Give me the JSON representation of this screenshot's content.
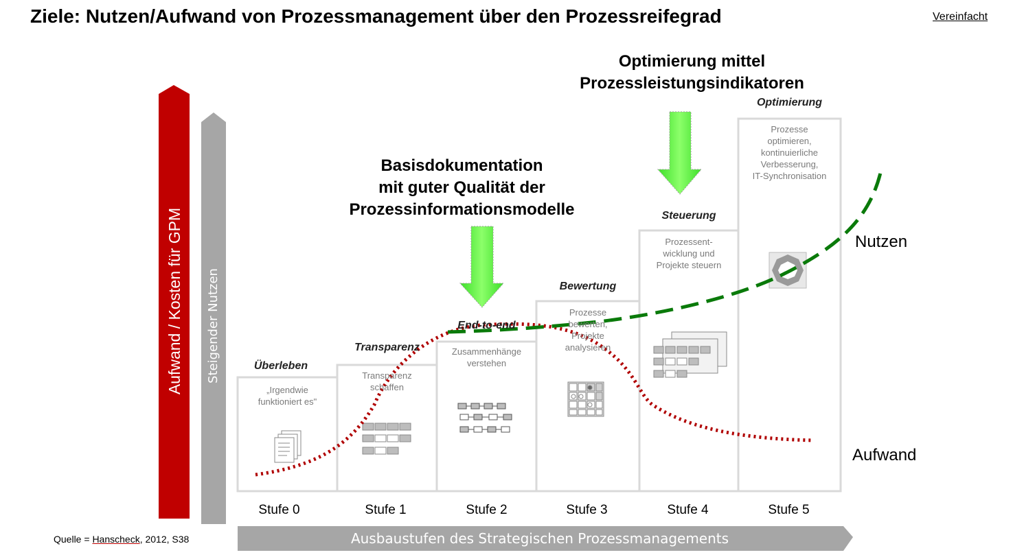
{
  "title": "Ziele: Nutzen/Aufwand von Prozessmanagement über den Prozessreifegrad",
  "simplified_label": "Vereinfacht",
  "callouts": {
    "basis": [
      "Basisdokumentation",
      "mit guter Qualität der",
      "Prozessinformationsmodelle"
    ],
    "optimization": [
      "Optimierung mittel",
      "Prozessleistungsindikatoren"
    ]
  },
  "axes": {
    "cost_axis_label": "Aufwand / Kosten für GPM",
    "benefit_axis_label": "Steigender Nutzen",
    "stages_axis_label": "Ausbaustufen des Strategischen Prozessmanagements"
  },
  "curves": {
    "benefit": "Nutzen",
    "effort": "Aufwand"
  },
  "stages": [
    {
      "number": "Stufe 0",
      "name": "Überleben",
      "description": [
        "„Irgendwie",
        "funktioniert es\""
      ],
      "icon": "document-stack-icon"
    },
    {
      "number": "Stufe 1",
      "name": "Transparenz",
      "description": [
        "Transparenz",
        "schaffen"
      ],
      "icon": "process-chain-icon"
    },
    {
      "number": "Stufe 2",
      "name": "End-to-end",
      "description": [
        "Zusammenhänge",
        "verstehen"
      ],
      "icon": "process-flow-icon"
    },
    {
      "number": "Stufe 3",
      "name": "Bewertung",
      "description": [
        "Prozesse",
        "bewerten,",
        "Projekte",
        "analysieren"
      ],
      "icon": "matrix-grid-icon"
    },
    {
      "number": "Stufe 4",
      "name": "Steuerung",
      "description": [
        "Prozessent-",
        "wicklung und",
        "Projekte steuern"
      ],
      "icon": "stacked-chains-icon"
    },
    {
      "number": "Stufe 5",
      "name": "Optimierung",
      "description": [
        "Prozesse",
        "optimieren,",
        "kontinuierliche",
        "Verbesserung,",
        "IT-Synchronisation"
      ],
      "icon": "optimization-wheel-icon"
    }
  ],
  "source": {
    "prefix": "Quelle = ",
    "author": "Hanscheck",
    "suffix": ", 2012, S38"
  },
  "colors": {
    "cost_arrow": "#c00000",
    "benefit_arrow": "#a6a6a6",
    "bottom_arrow": "#a6a6a6",
    "benefit_curve": "#0a7a0a",
    "effort_curve": "#b00000",
    "callout_arrow": "#66ff44",
    "step_border": "#d9d9d9"
  }
}
